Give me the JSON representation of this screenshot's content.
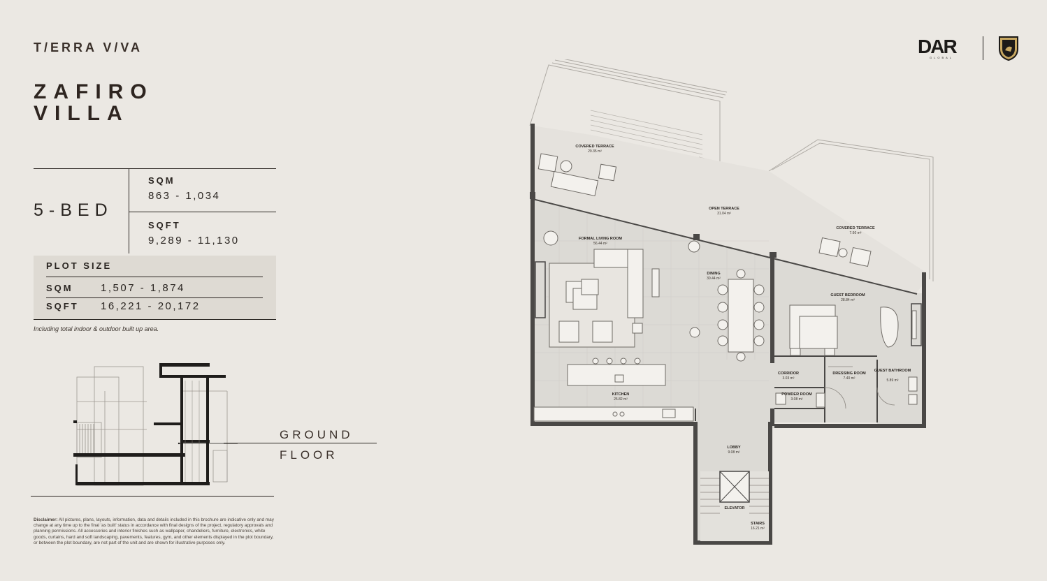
{
  "brand": "T/ERRA V/VA",
  "title": [
    "ZAFIRO",
    "VILLA"
  ],
  "unit": {
    "bedrooms": "5-BED",
    "sqm_label": "SQM",
    "sqm_value": "863 - 1,034",
    "sqft_label": "SQFT",
    "sqft_value": "9,289 - 11,130"
  },
  "plot": {
    "label": "PLOT SIZE",
    "rows": [
      {
        "label": "SQM",
        "value": "1,507 - 1,874"
      },
      {
        "label": "SQFT",
        "value": "16,221 - 20,172"
      }
    ]
  },
  "note": "Including total indoor & outdoor built up area.",
  "floor_label": [
    "GROUND",
    "FLOOR"
  ],
  "disclaimer_head": "Disclaimer:",
  "disclaimer_body": "All pictures, plans, layouts, information, data and details included in this brochure are indicative only and may change at any time up to the final 'as built' status in accordance with final designs of the project, regulatory approvals and planning permissions. All accessories and interior finishes such as wallpaper, chandeliers, furniture, electronics, white goods, curtains, hard and soft landscaping, pavements, features, gym, and other elements displayed in the plot boundary, or between the plot boundary, are not part of the unit and are shown for illustrative purposes only.",
  "logo": {
    "name": "DAR",
    "sub": "GLOBAL"
  },
  "rooms": [
    {
      "name": "COVERED TERRACE",
      "area": "29.35 m²"
    },
    {
      "name": "OPEN TERRACE",
      "area": "31.04 m²"
    },
    {
      "name": "COVERED TERRACE",
      "area": "7.60 m²"
    },
    {
      "name": "FORMAL LIVING ROOM",
      "area": "56.44 m²"
    },
    {
      "name": "DINING",
      "area": "30.44 m²"
    },
    {
      "name": "GUEST BEDROOM",
      "area": "28.84 m²"
    },
    {
      "name": "KITCHEN",
      "area": "25.82 m²"
    },
    {
      "name": "CORRIDOR",
      "area": "3.03 m²"
    },
    {
      "name": "DRESSING ROOM",
      "area": "7.40 m²"
    },
    {
      "name": "GUEST BATHROOM",
      "area": "5.89 m²"
    },
    {
      "name": "POWDER ROOM",
      "area": "3.08 m²"
    },
    {
      "name": "LOBBY",
      "area": "9.08 m²"
    },
    {
      "name": "ELEVATOR",
      "area": ""
    },
    {
      "name": "STAIRS",
      "area": "16.21 m²"
    }
  ],
  "colors": {
    "background": "#ebe8e3",
    "text": "#2a2521",
    "plot_box": "#dedad3",
    "floor": "#dcdad5",
    "wall": "#4a4846"
  }
}
